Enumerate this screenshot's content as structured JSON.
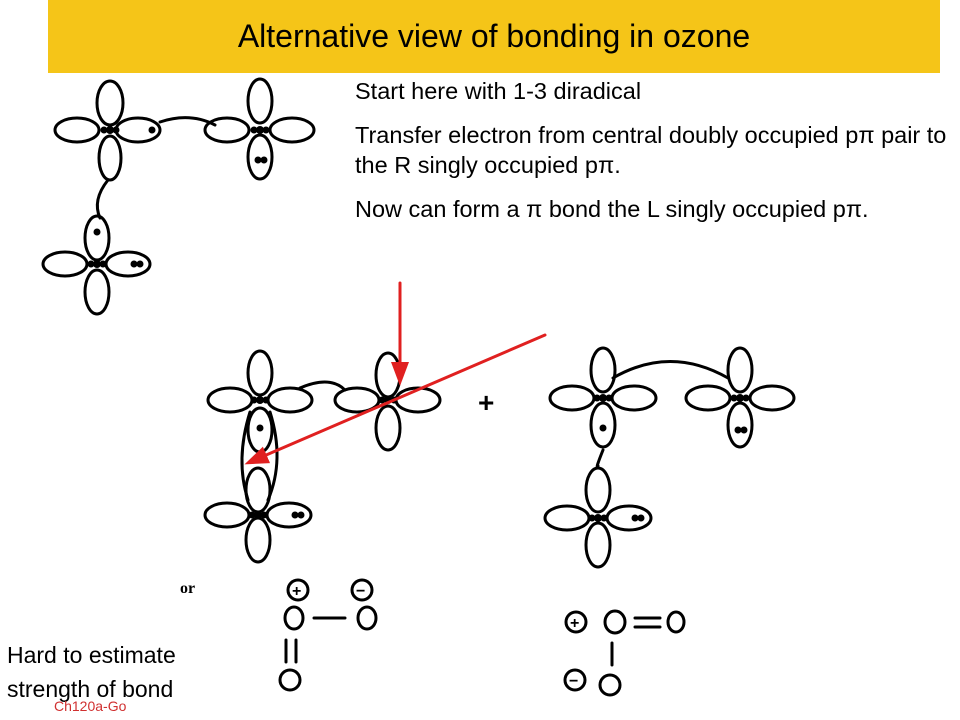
{
  "title": "Alternative view of bonding in ozone",
  "text_block": {
    "p1": "Start here with 1-3 diradical",
    "p2": "Transfer electron from central doubly occupied pπ pair to the R singly occupied pπ.",
    "p3": "Now can form a π bond the L singly occupied pπ."
  },
  "sketch": {
    "or_label": "or",
    "plus_sign": "+",
    "resonance_left": {
      "top_left_charge": "+",
      "top_right_charge": "−",
      "bond": "−",
      "vertical_bond": "="
    },
    "resonance_right": {
      "top_charge": "+",
      "bottom_charge": "−",
      "bond": "="
    }
  },
  "bottom_left_text": {
    "line1": "Hard to estimate",
    "line2": "strength of bond"
  },
  "footer": "Ch120a-Go",
  "colors": {
    "title_background": "#f5c518",
    "arrow": "#e02020",
    "footer": "#d03030"
  }
}
